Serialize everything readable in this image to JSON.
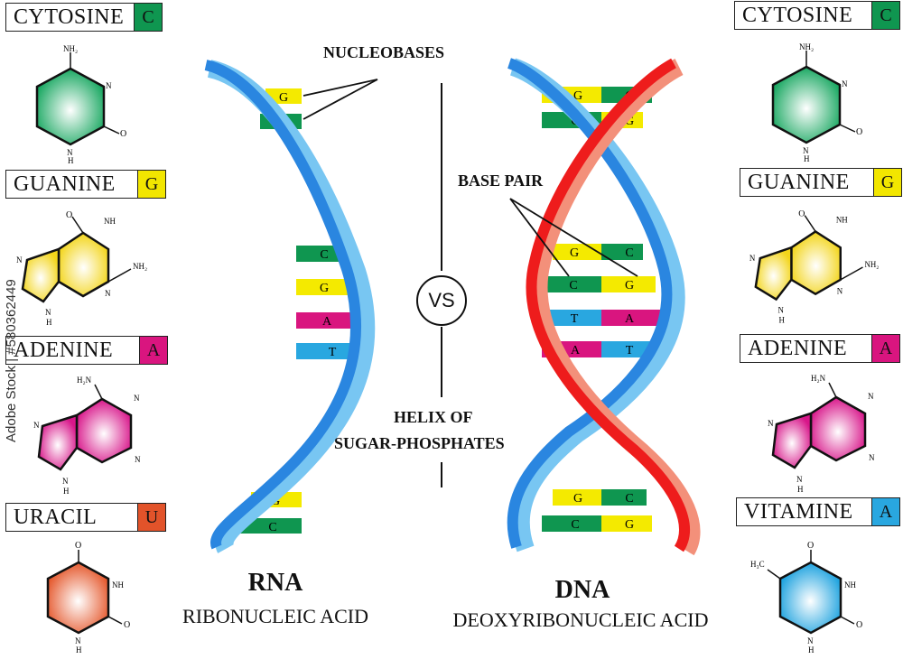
{
  "left_bases": [
    {
      "name": "CYTOSINE",
      "code": "C",
      "color": "#0f9650"
    },
    {
      "name": "GUANINE",
      "code": "G",
      "color": "#f2e600"
    },
    {
      "name": "ADENINE",
      "code": "A",
      "color": "#d9157f"
    },
    {
      "name": "URACIL",
      "code": "U",
      "color": "#e2532a"
    }
  ],
  "right_bases": [
    {
      "name": "CYTOSINE",
      "code": "C",
      "color": "#0f9650"
    },
    {
      "name": "GUANINE",
      "code": "G",
      "color": "#f2e600"
    },
    {
      "name": "ADENINE",
      "code": "A",
      "color": "#d9157f"
    },
    {
      "name": "VITAMINE",
      "code": "A",
      "color": "#29a7e0"
    }
  ],
  "callouts": {
    "nucleobases": "NUCLEOBASES",
    "base_pair": "BASE PAIR",
    "helix_line1": "HELIX OF",
    "helix_line2": "SUGAR-PHOSPHATES",
    "vs": "VS"
  },
  "rna": {
    "title": "RNA",
    "subtitle": "RIBONUCLEIC ACID",
    "rungs": [
      "G",
      "C",
      "C",
      "G",
      "A",
      "T",
      "G",
      "C"
    ]
  },
  "dna": {
    "title": "DNA",
    "subtitle": "DEOXYRIBONUCLEIC ACID",
    "pairs": [
      [
        "G",
        "C"
      ],
      [
        "C",
        "G"
      ],
      [
        "G",
        "C"
      ],
      [
        "C",
        "G"
      ],
      [
        "T",
        "A"
      ],
      [
        "A",
        "T"
      ],
      [
        "G",
        "C"
      ],
      [
        "C",
        "G"
      ]
    ]
  },
  "molecule_labels": {
    "nh2": "NH₂",
    "nh": "NH",
    "n": "N",
    "o": "O",
    "h": "H",
    "h2n": "H₂N",
    "h3c": "H₃C"
  },
  "watermark": "Adobe Stock | #580362449"
}
